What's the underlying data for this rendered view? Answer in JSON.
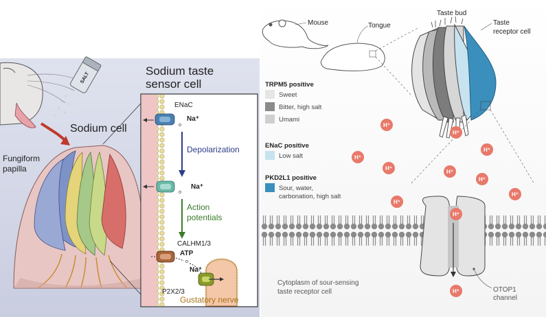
{
  "left_panel": {
    "title_line1": "Sodium taste",
    "title_line2": "sensor cell",
    "sodium_cell": "Sodium cell",
    "fungiform_line1": "Fungiform",
    "fungiform_line2": "papilla",
    "salt_label": "SALT",
    "enac": "ENaC",
    "na1": "Na⁺",
    "depolarization": "Depolarization",
    "na2": "Na⁺",
    "action_line1": "Action",
    "action_line2": "potentials",
    "calhm": "CALHM1/3",
    "atp": "ATP",
    "na3": "Na⁺",
    "p2x": "P2X2/3",
    "gustatory": "Gustatory nerve"
  },
  "right_panel": {
    "mouse": "Mouse",
    "tongue": "Tongue",
    "taste_bud": "Taste bud",
    "taste_receptor_line1": "Taste",
    "taste_receptor_line2": "receptor cell",
    "legend": {
      "groups": [
        {
          "title": "TRPM5 positive",
          "items": [
            {
              "label": "Sweet",
              "color": "#e6e6e6"
            },
            {
              "label": "Bitter, high salt",
              "color": "#8a8a8a"
            },
            {
              "label": "Umami",
              "color": "#cfcfcf"
            }
          ]
        },
        {
          "title": "ENaC positive",
          "items": [
            {
              "label": "Low salt",
              "color": "#c7e3f0"
            }
          ]
        },
        {
          "title": "PKD2L1 positive",
          "items": [
            {
              "label": "Sour, water,",
              "label2": "carbonation, high salt",
              "color": "#3a8fbd"
            }
          ]
        }
      ]
    },
    "proton": "H⁺",
    "cytoplasm_line1": "Cytoplasm of sour-sensing",
    "cytoplasm_line2": "taste receptor cell",
    "otop_line1": "OTOP1",
    "otop_line2": "channel"
  }
}
